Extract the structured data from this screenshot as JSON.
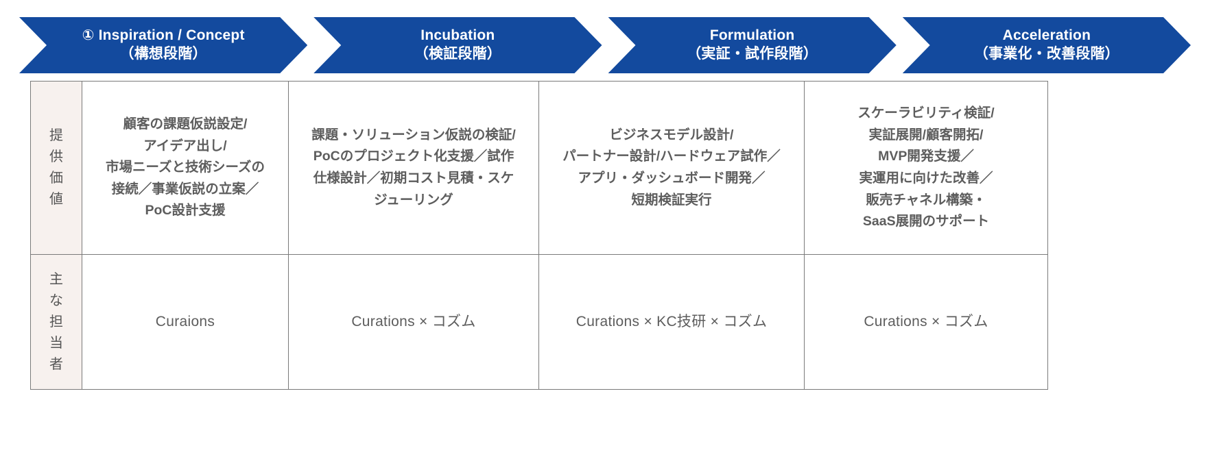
{
  "stages": [
    {
      "id": "inspiration",
      "title_en": "① Inspiration / Concept",
      "title_ja": "（構想段階）"
    },
    {
      "id": "incubation",
      "title_en": "Incubation",
      "title_ja": "（検証段階）"
    },
    {
      "id": "formulation",
      "title_en": "Formulation",
      "title_ja": "（実証・試作段階）"
    },
    {
      "id": "acceleration",
      "title_en": "Acceleration",
      "title_ja": "（事業化・改善段階）"
    }
  ],
  "rows": [
    {
      "id": "value",
      "label_chars": [
        "提",
        "供",
        "価",
        "値"
      ],
      "cells": [
        {
          "lines": [
            "顧客の課題仮説設定/",
            "アイデア出し/",
            "市場ニーズと技術シーズの",
            "接続／事業仮説の立案／",
            "PoC設計支援"
          ]
        },
        {
          "lines": [
            "課題・ソリューション仮説の検証/",
            "PoCのプロジェクト化支援／試作",
            "仕様設計／初期コスト見積・スケ",
            "ジューリング"
          ]
        },
        {
          "lines": [
            "ビジネスモデル設計/",
            "パートナー設計/ハードウェア試作／",
            "アプリ・ダッシュボード開発／",
            "短期検証実行"
          ]
        },
        {
          "lines": [
            "スケーラビリティ検証/",
            "実証展開/顧客開拓/",
            "MVP開発支援／",
            "実運用に向けた改善／",
            "販売チャネル構築・",
            "SaaS展開のサポート"
          ]
        }
      ]
    },
    {
      "id": "owner",
      "label_chars": [
        "主",
        "な",
        "担",
        "当",
        "者"
      ],
      "cells": [
        {
          "lines": [
            "Curaions"
          ]
        },
        {
          "lines": [
            "Curations × コズム"
          ]
        },
        {
          "lines": [
            "Curations × KC技研 × コズム"
          ]
        },
        {
          "lines": [
            "Curations × コズム"
          ]
        }
      ]
    }
  ],
  "colors": {
    "chevron_blue": "#134a9e",
    "chevron_text": "#ffffff",
    "row_label_bg": "#f7f1ee",
    "body_text": "#5d5d5d",
    "border": "#7a7a7a",
    "page_bg": "#ffffff"
  }
}
